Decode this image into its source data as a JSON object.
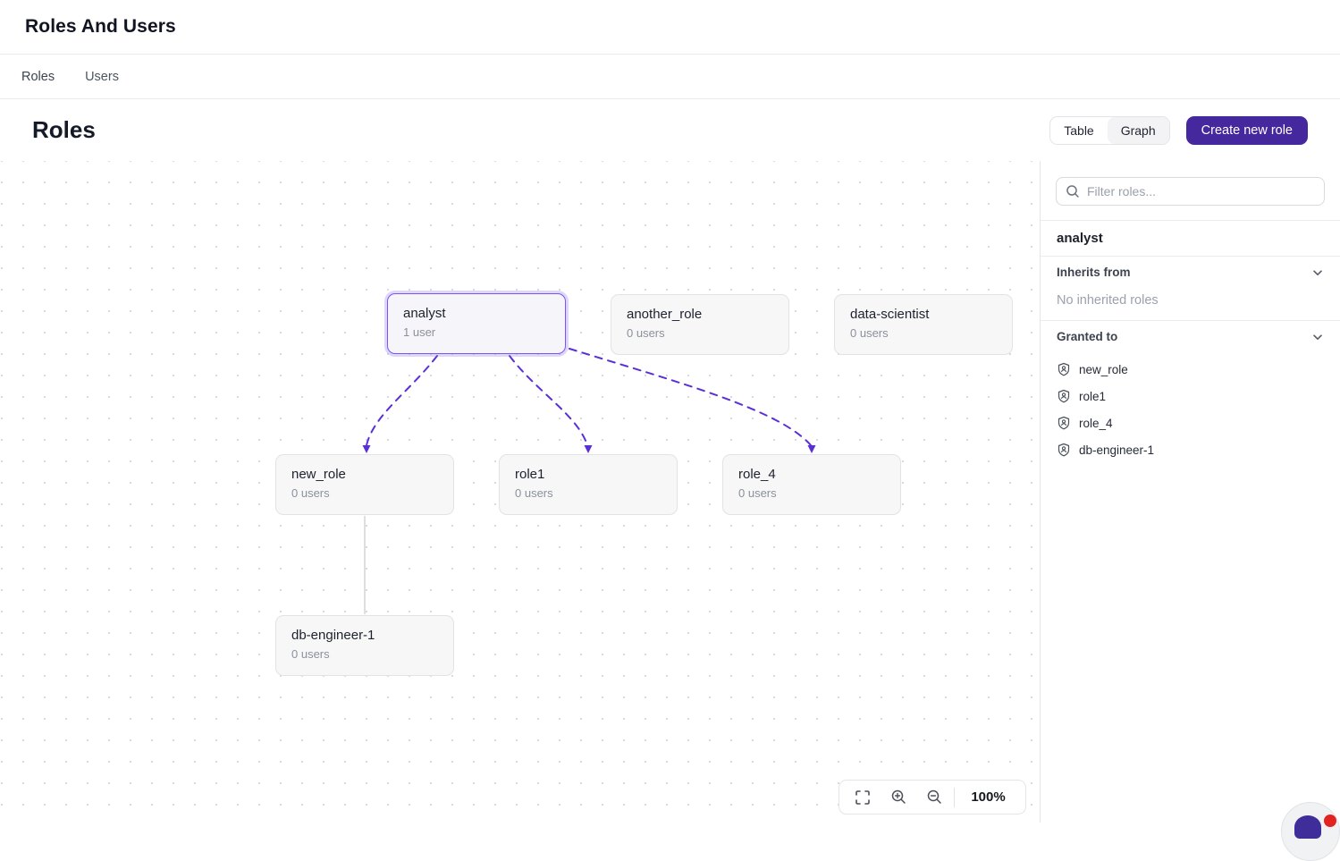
{
  "window": {
    "title": "Roles And Users"
  },
  "nav_tabs": [
    {
      "label": "Roles"
    },
    {
      "label": "Users"
    }
  ],
  "page": {
    "title": "Roles",
    "view_toggle": {
      "options": [
        "Table",
        "Graph"
      ],
      "selected": "Graph"
    },
    "create_button_label": "Create new role"
  },
  "graph": {
    "nodes": [
      {
        "id": "analyst",
        "label": "analyst",
        "users": "1 user",
        "selected": true
      },
      {
        "id": "another_role",
        "label": "another_role",
        "users": "0 users",
        "selected": false
      },
      {
        "id": "data-scientist",
        "label": "data-scientist",
        "users": "0 users",
        "selected": false
      },
      {
        "id": "new_role",
        "label": "new_role",
        "users": "0 users",
        "selected": false
      },
      {
        "id": "role1",
        "label": "role1",
        "users": "0 users",
        "selected": false
      },
      {
        "id": "role_4",
        "label": "role_4",
        "users": "0 users",
        "selected": false
      },
      {
        "id": "db-engineer-1",
        "label": "db-engineer-1",
        "users": "0 users",
        "selected": false
      }
    ],
    "edges": [
      {
        "from": "analyst",
        "to": "new_role",
        "style": "dashed"
      },
      {
        "from": "analyst",
        "to": "role1",
        "style": "dashed"
      },
      {
        "from": "analyst",
        "to": "role_4",
        "style": "dashed"
      },
      {
        "from": "new_role",
        "to": "db-engineer-1",
        "style": "solid"
      }
    ],
    "toolbar": {
      "zoom_level": "100%"
    }
  },
  "sidebar": {
    "filter_placeholder": "Filter roles...",
    "selected_role": "analyst",
    "inherits_from": {
      "label": "Inherits from",
      "empty_text": "No inherited roles"
    },
    "granted_to": {
      "label": "Granted to",
      "items": [
        "new_role",
        "role1",
        "role_4",
        "db-engineer-1"
      ]
    }
  },
  "colors": {
    "accent_purple": "#46289e",
    "edge_purple": "#5b2fd6",
    "selected_node_border": "#7c55f0",
    "node_background": "#f7f7f8",
    "badge_red": "#e32321"
  }
}
